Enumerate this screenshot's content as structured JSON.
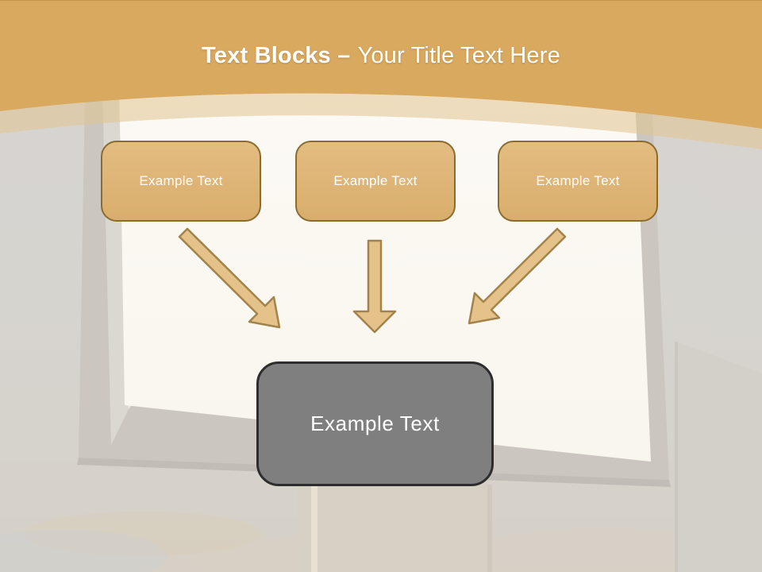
{
  "slide": {
    "title_bold": "Text Blocks –",
    "title_regular": "Your Title Text Here"
  },
  "diagram": {
    "source_blocks": [
      {
        "label": "Example Text"
      },
      {
        "label": "Example Text"
      },
      {
        "label": "Example Text"
      }
    ],
    "target_block": {
      "label": "Example Text"
    },
    "arrows": [
      {
        "icon": "arrow-down-right-icon"
      },
      {
        "icon": "arrow-down-icon"
      },
      {
        "icon": "arrow-down-left-icon"
      }
    ]
  },
  "colors": {
    "header_gradient_top": "#a8813f",
    "header_gradient_bottom": "#d9a95f",
    "header_band_overlay": "#e0c48f",
    "source_box_fill": "#deb476",
    "source_box_border": "#8a6c31",
    "arrow_fill": "#e4c28a",
    "arrow_outline": "#a3834c",
    "target_box_fill": "#7f7f7f",
    "target_box_border": "#2d2d2d",
    "sky_gray": "#d8d6d2",
    "billboard_face": "#fbf9f3",
    "billboard_frame": "#cbc7c0",
    "title_text": "#ffffff",
    "block_text": "#ffffff"
  }
}
